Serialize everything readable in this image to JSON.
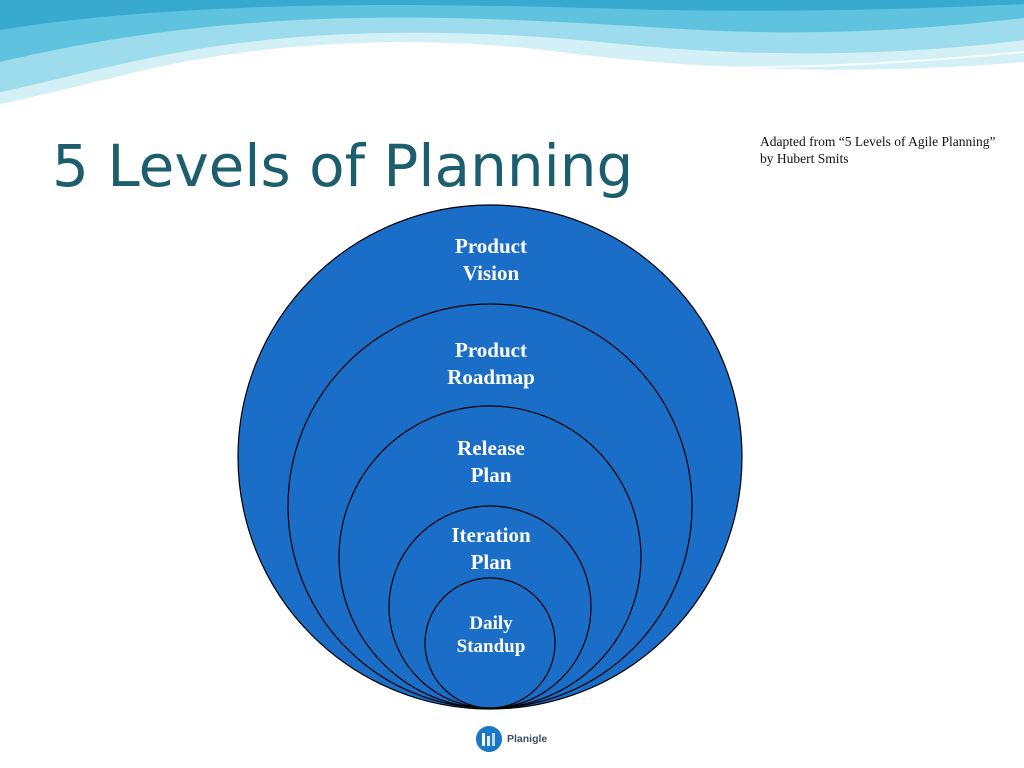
{
  "slide": {
    "title": "5 Levels of Planning",
    "attribution": "Adapted from “5 Levels of Agile Planning” by Hubert Smits"
  },
  "levels": [
    {
      "line1": "Product",
      "line2": "Vision"
    },
    {
      "line1": "Product",
      "line2": "Roadmap"
    },
    {
      "line1": "Release",
      "line2": "Plan"
    },
    {
      "line1": "Iteration",
      "line2": "Plan"
    },
    {
      "line1": "Daily",
      "line2": "Standup"
    }
  ],
  "logo": {
    "text": "Planigle",
    "icon": "planigle-logo-icon"
  },
  "colors": {
    "circle_fill": "#1a6ec8",
    "circle_stroke": "#000000",
    "title": "#1c5e6e",
    "wave_light": "#bfe9f2",
    "wave_mid": "#7ed3e6",
    "wave_dark": "#3ab0d0"
  }
}
